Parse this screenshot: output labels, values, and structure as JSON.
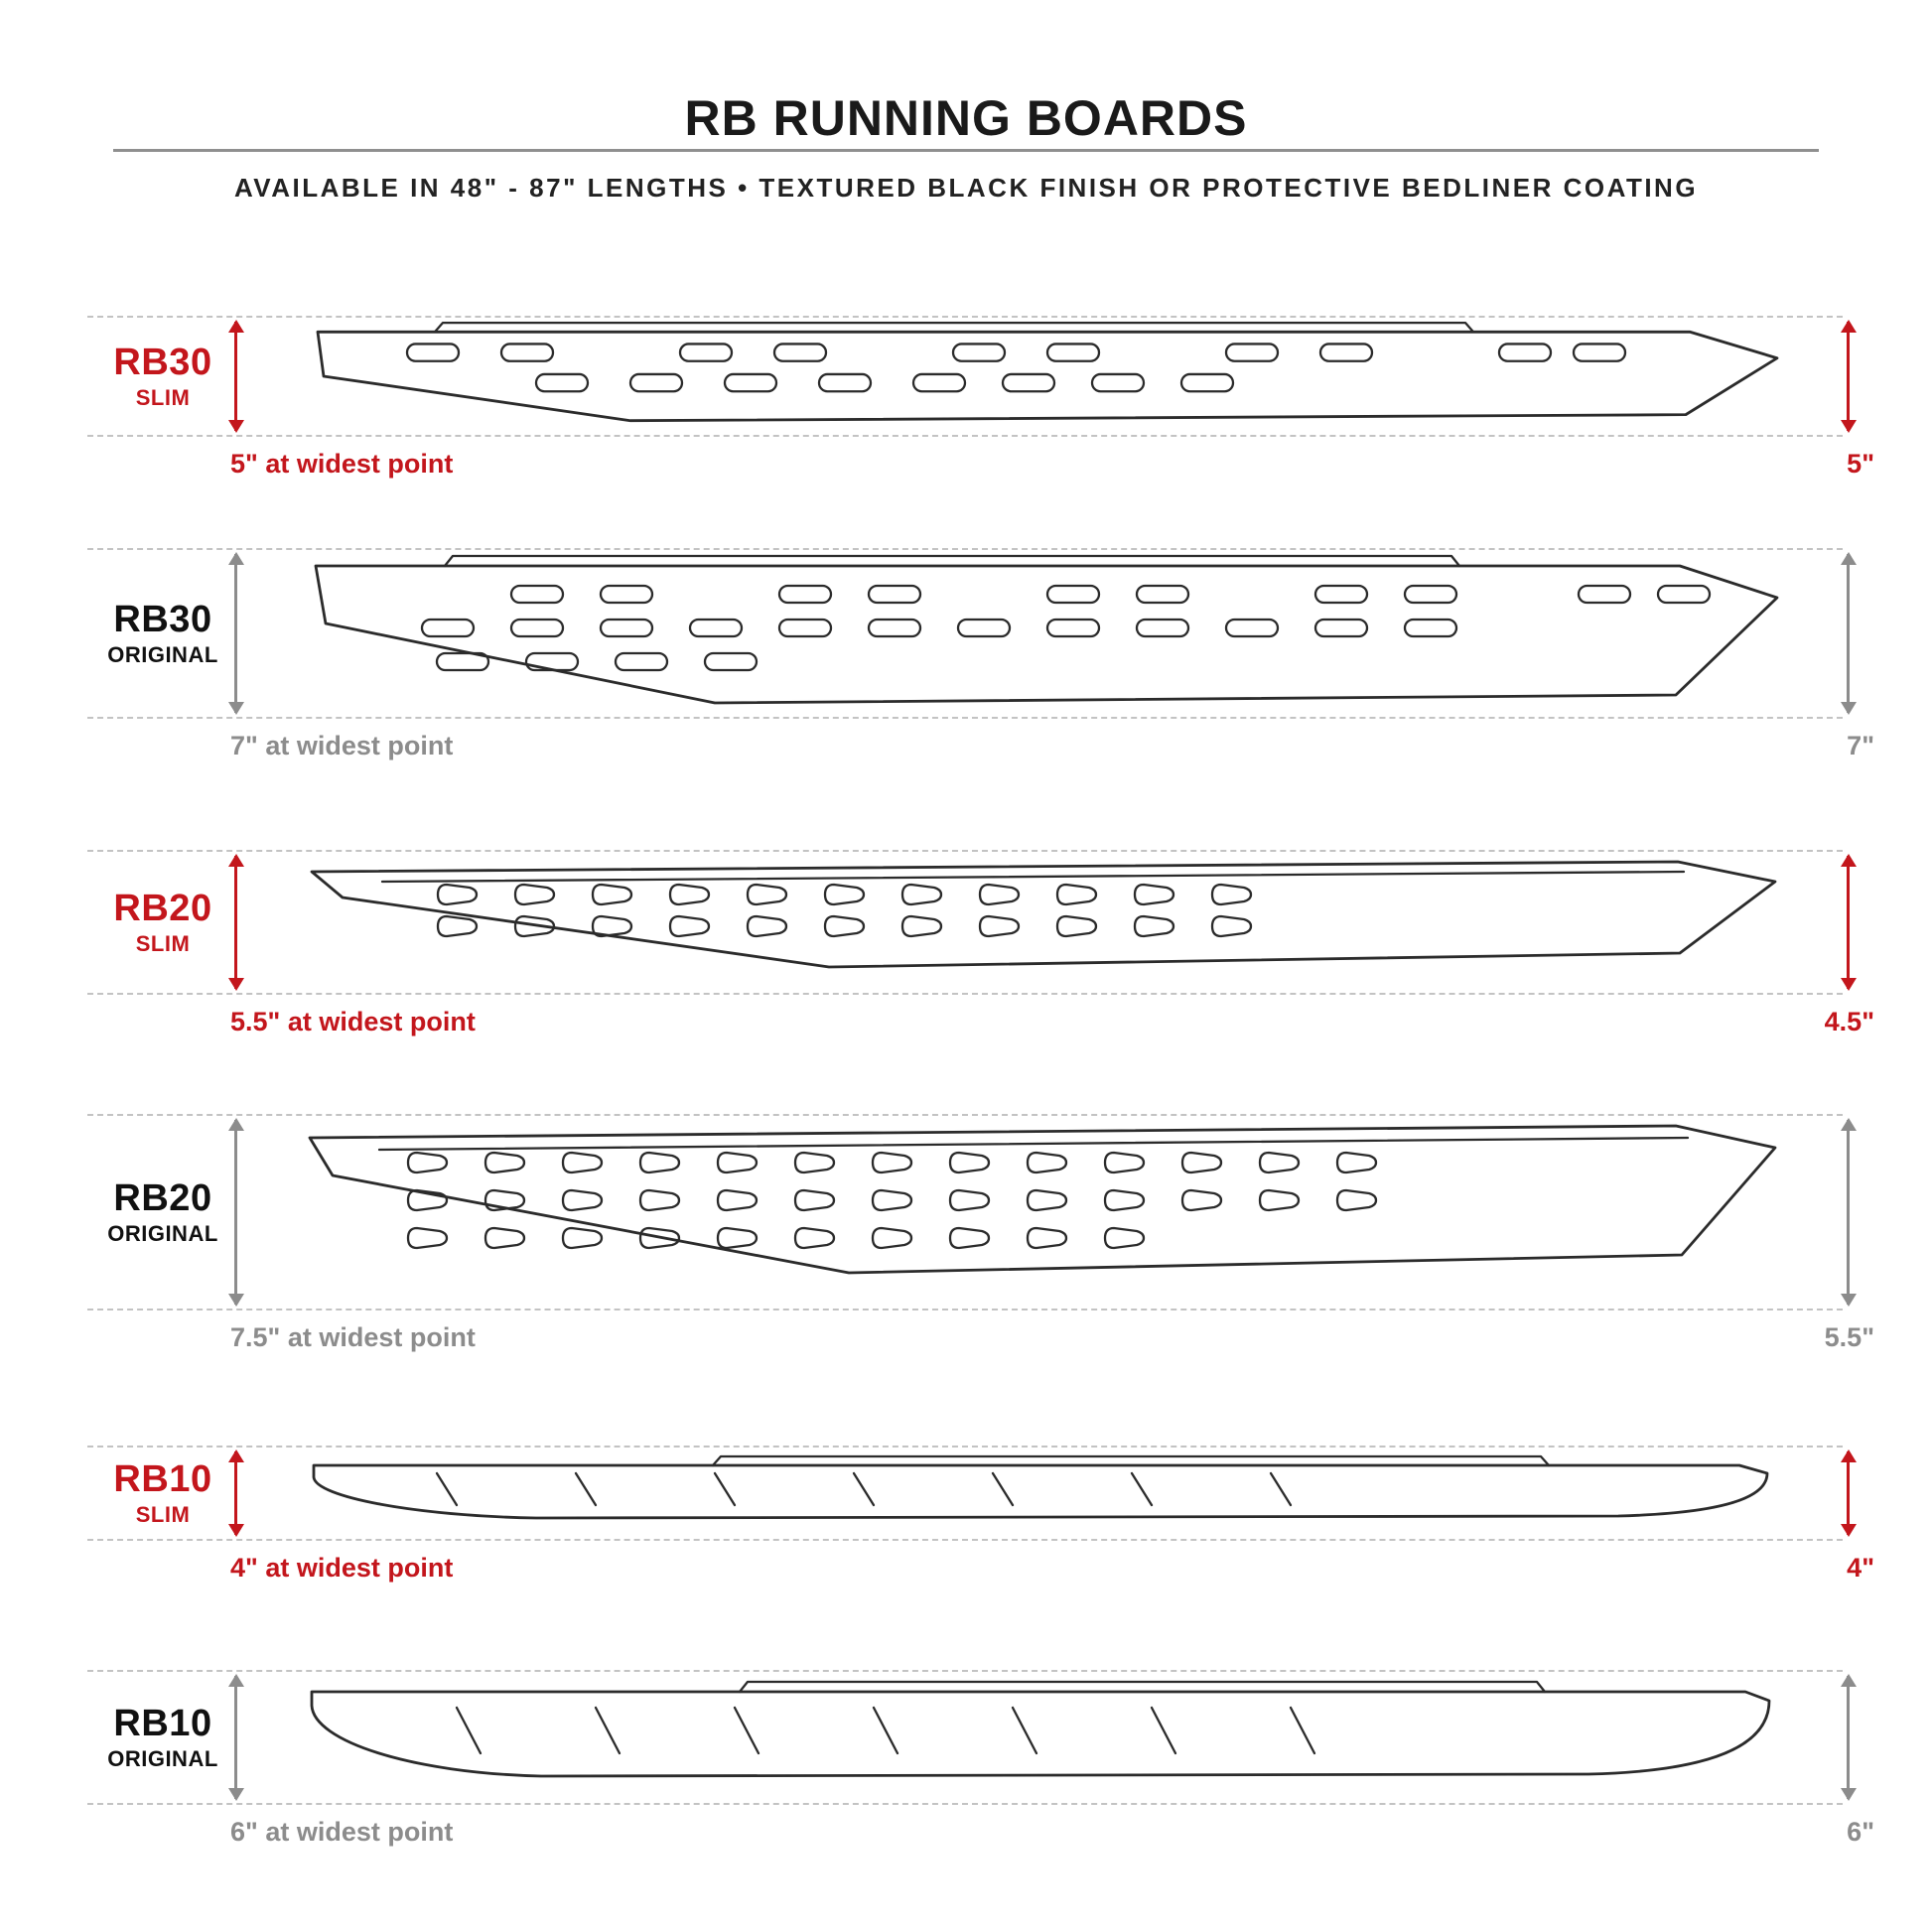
{
  "page": {
    "title": "RB RUNNING BOARDS",
    "subtitle": "AVAILABLE IN 48\" - 87\" LENGTHS   •   TEXTURED BLACK FINISH OR PROTECTIVE BEDLINER COATING"
  },
  "colors": {
    "accent_red": "#C3161C",
    "dim_gray": "#8C8C8C",
    "ink": "#1A1A1A"
  },
  "boards": [
    {
      "model": "RB30",
      "variant": "SLIM",
      "accent": "red",
      "caption": "5\" at widest point",
      "height_label": "5\""
    },
    {
      "model": "RB30",
      "variant": "ORIGINAL",
      "accent": "gray",
      "caption": "7\" at widest point",
      "height_label": "7\""
    },
    {
      "model": "RB20",
      "variant": "SLIM",
      "accent": "red",
      "caption": "5.5\" at widest point",
      "height_label": "4.5\""
    },
    {
      "model": "RB20",
      "variant": "ORIGINAL",
      "accent": "gray",
      "caption": "7.5\" at widest point",
      "height_label": "5.5\""
    },
    {
      "model": "RB10",
      "variant": "SLIM",
      "accent": "red",
      "caption": "4\" at widest point",
      "height_label": "4\""
    },
    {
      "model": "RB10",
      "variant": "ORIGINAL",
      "accent": "gray",
      "caption": "6\" at widest point",
      "height_label": "6\""
    }
  ]
}
